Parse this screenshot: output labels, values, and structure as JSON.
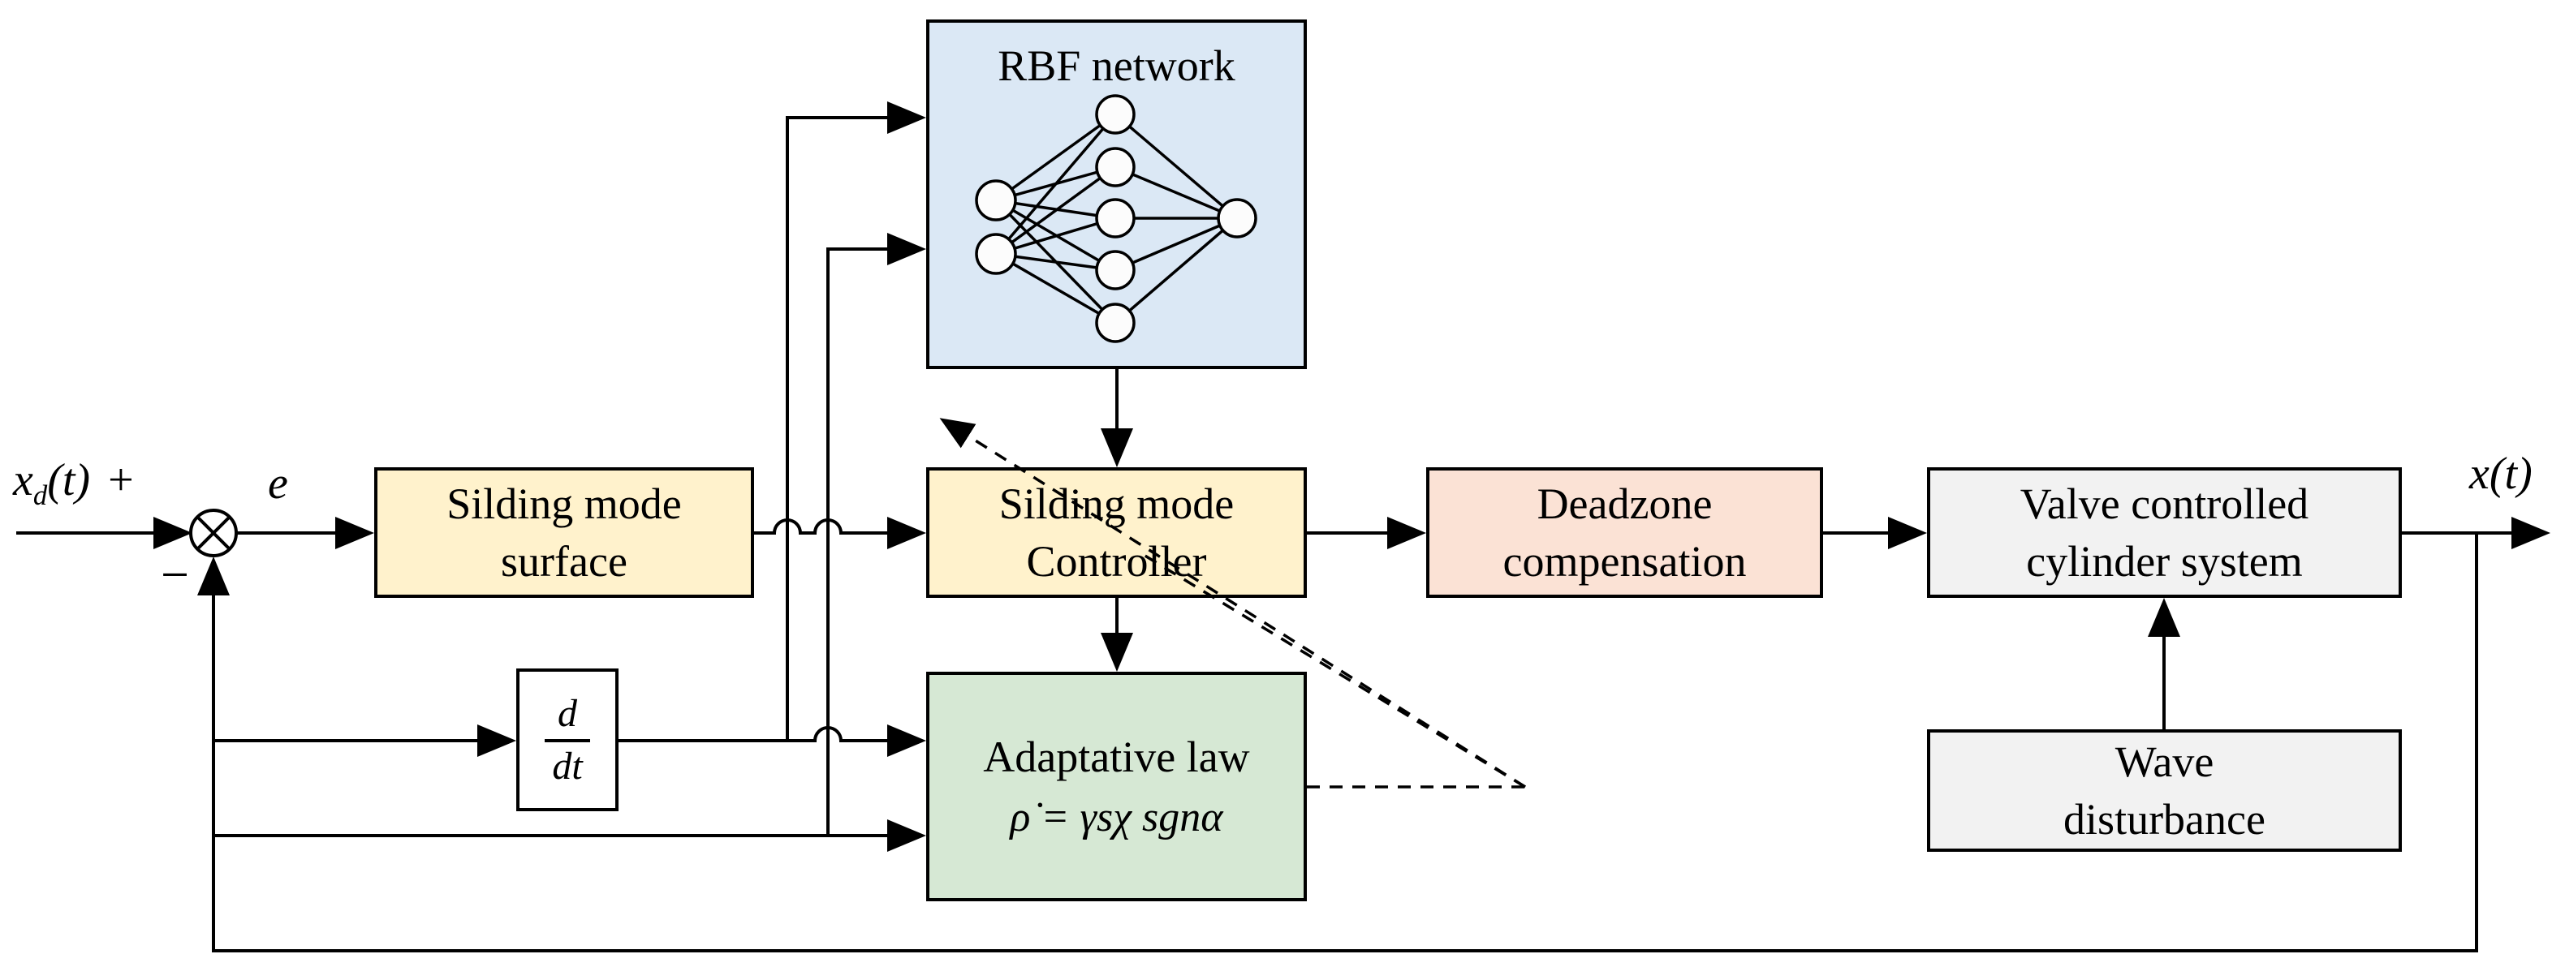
{
  "blocks": {
    "rbf": {
      "title": "RBF network"
    },
    "surface": {
      "line1": "Silding mode",
      "line2": "surface"
    },
    "controller": {
      "line1": "Silding mode",
      "line2": "Controller"
    },
    "deadzone": {
      "line1": "Deadzone",
      "line2": "compensation"
    },
    "valve": {
      "line1": "Valve controlled",
      "line2": "cylinder system"
    },
    "adaptive": {
      "line1": "Adaptative law",
      "formula": "ρ̇ = γsχ sgnα"
    },
    "wave": {
      "line1": "Wave",
      "line2": "disturbance"
    },
    "derivative": {
      "numerator": "d",
      "denominator": "dt"
    }
  },
  "labels": {
    "input_var": "x",
    "input_sub": "d",
    "input_paren": "(t)",
    "plus": "+",
    "minus": "−",
    "error": "e",
    "output": "x(t)"
  },
  "colors": {
    "rbf_fill": "#dbe8f5",
    "sliding_fill": "#fff2cc",
    "deadzone_fill": "#fbe2d5",
    "plant_fill": "#f2f2f2",
    "adaptive_fill": "#d6e8d4",
    "stroke": "#000000"
  }
}
